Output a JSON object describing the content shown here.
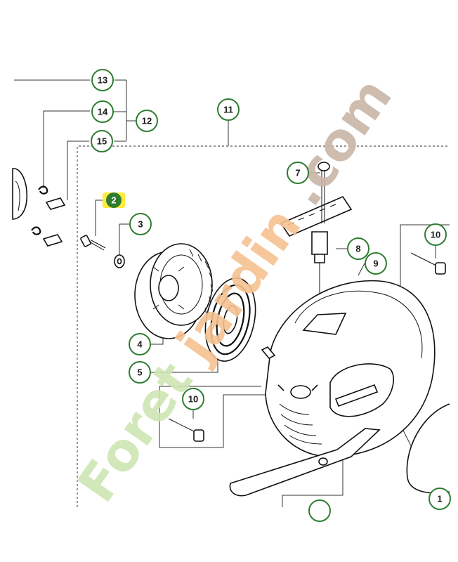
{
  "diagram": {
    "callouts": [
      "13",
      "14",
      "12",
      "15",
      "11",
      "2",
      "3",
      "4",
      "5",
      "7",
      "8",
      "9",
      "10",
      "10",
      "1"
    ],
    "highlighted_callout": "2",
    "colors": {
      "callout_ring": "#2e7d32",
      "highlight_fill": "#2e7d32",
      "highlight_marker": "#ffeb3b",
      "watermark_green": "#cfe6b3",
      "watermark_orange": "#f6c291",
      "watermark_brown": "#c9b6a7"
    }
  },
  "watermark": {
    "part1": "Foret",
    "part2": "jardin",
    "part3": ".com"
  }
}
